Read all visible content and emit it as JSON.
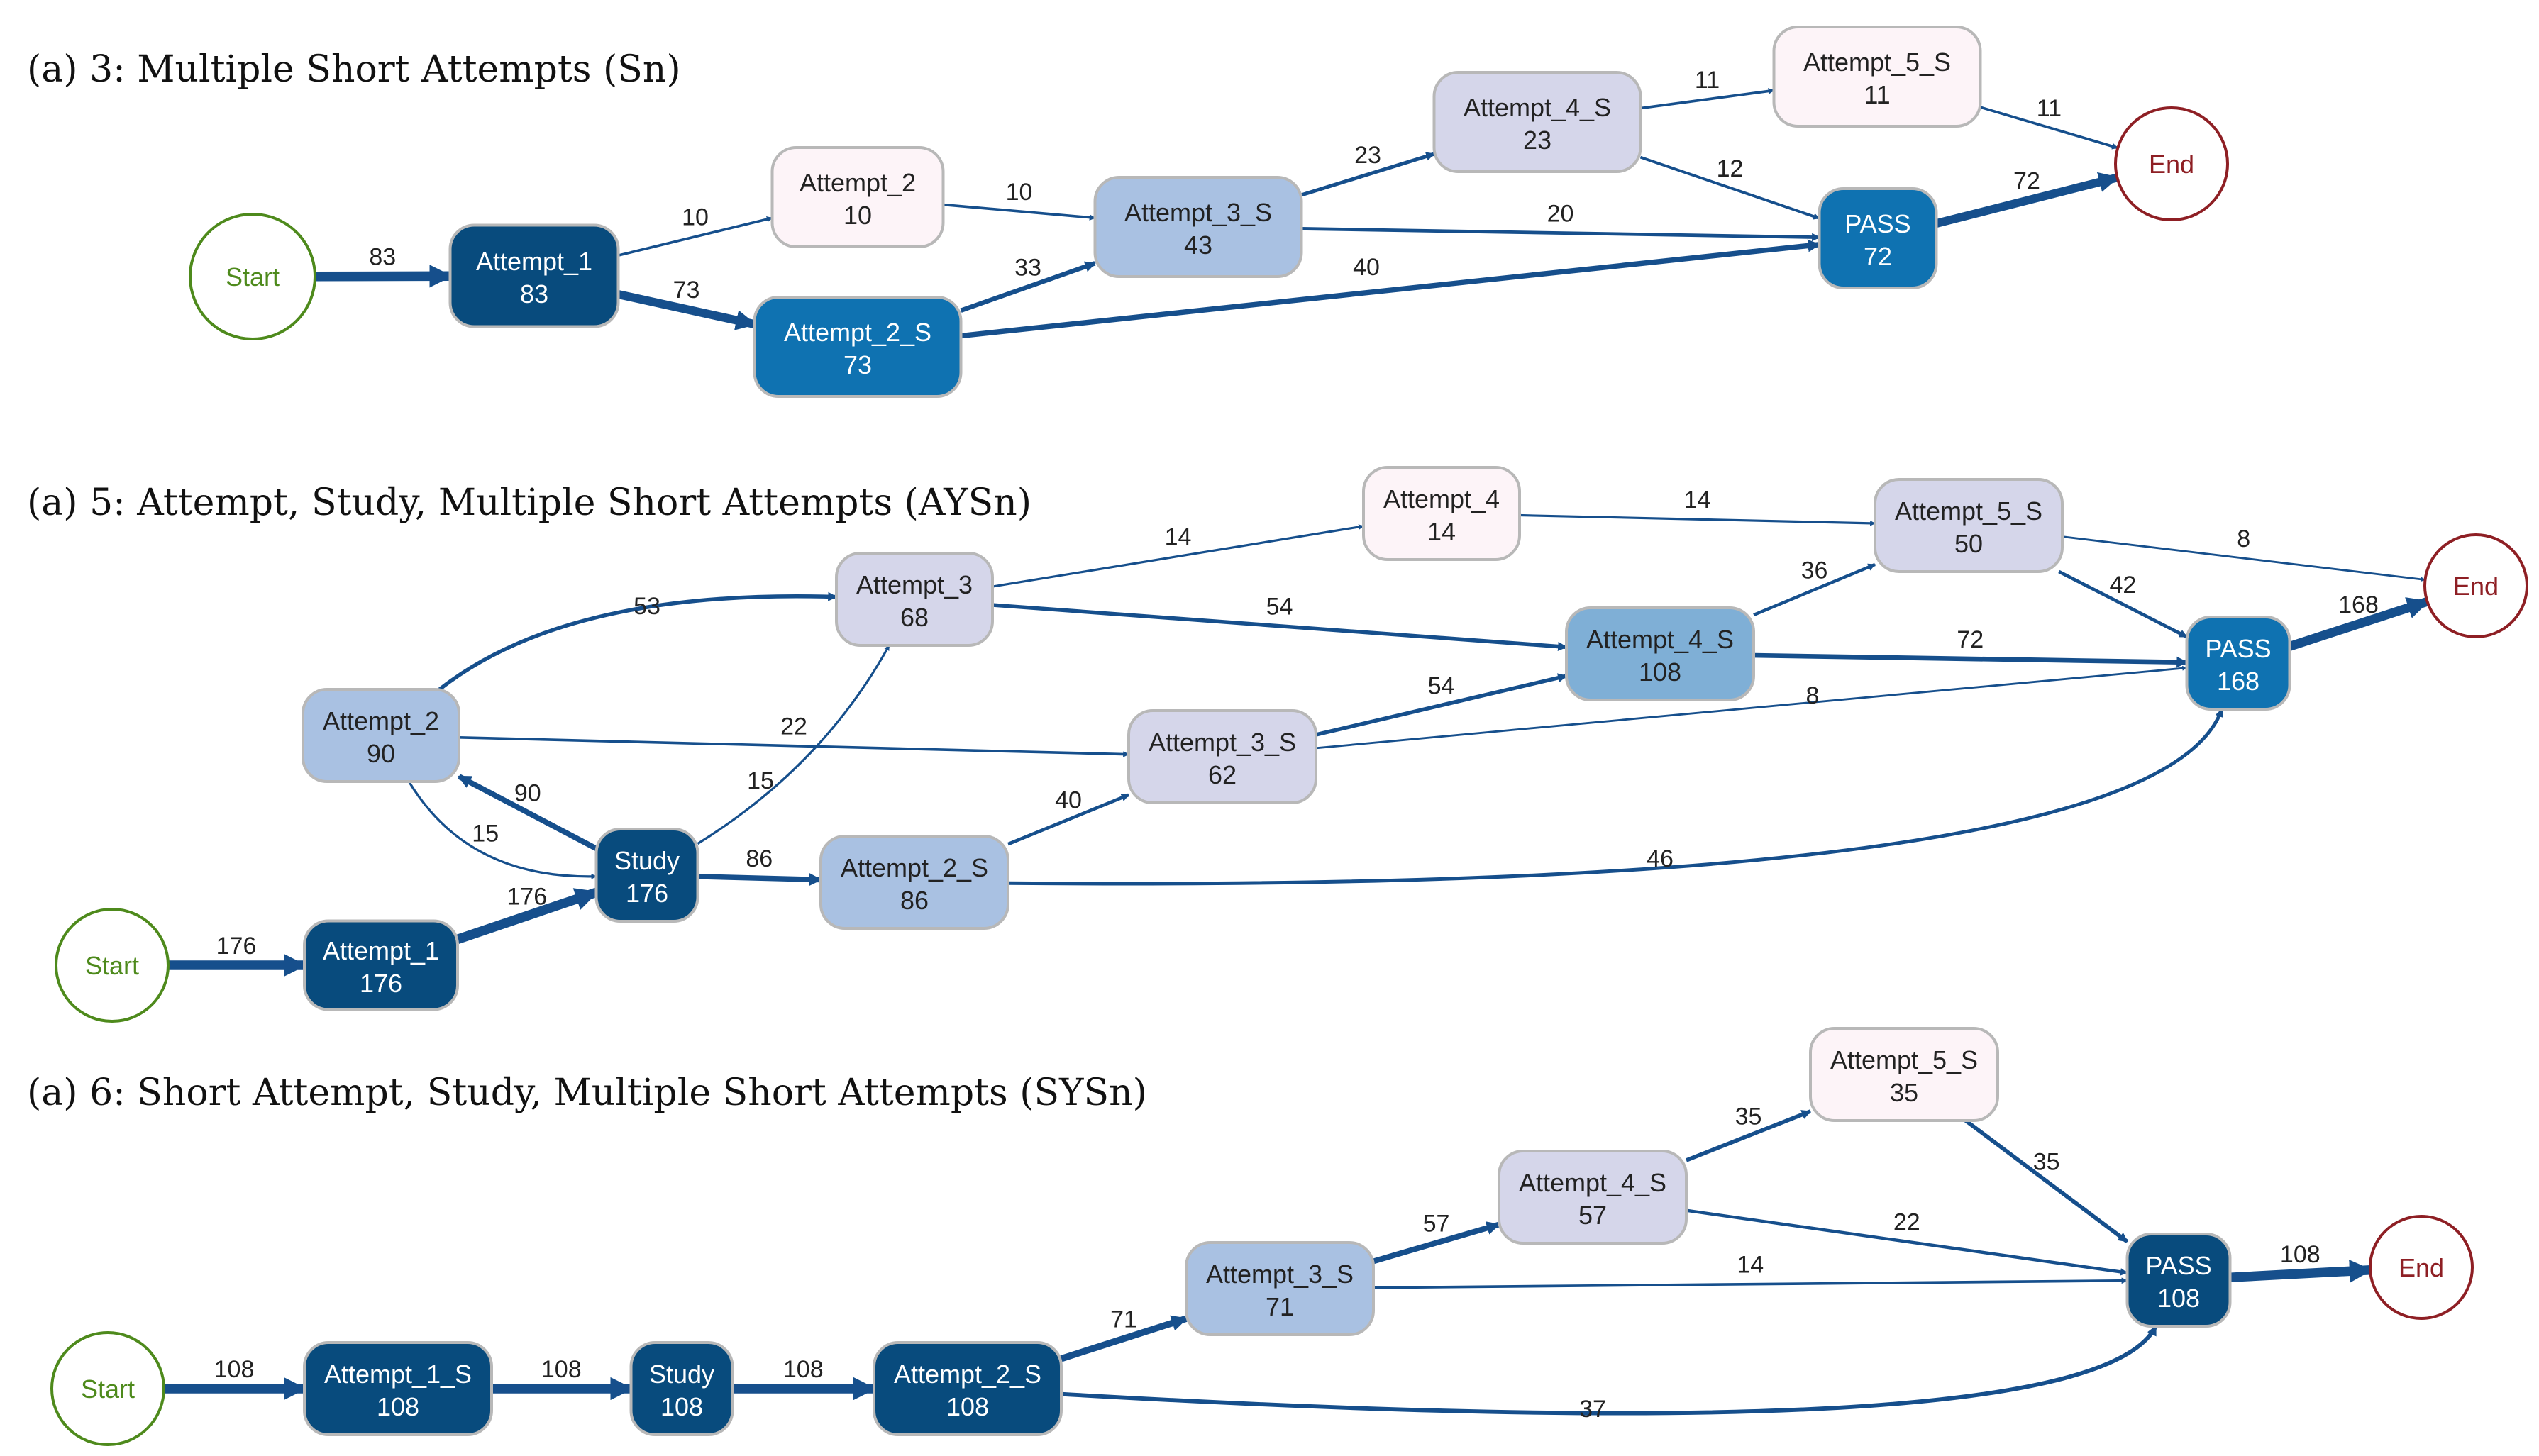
{
  "colors": {
    "edge": "#164f8c",
    "start_border": "#4e8a1c",
    "start_text": "#4e8a1c",
    "end_border": "#8e1f24",
    "end_text": "#8e1f24",
    "node_border": "#b8b8b8",
    "fill_darkest": "#084b7d",
    "fill_dark": "#0f72b1",
    "fill_medium": "#7fafd6",
    "fill_light": "#a9c1e2",
    "fill_lavender": "#d5d6ea",
    "fill_pale": "#fdf4f8"
  },
  "panels": [
    {
      "id": "p3",
      "caption": "(a) 3: Multiple Short Attempts (Sn)",
      "nodes": [
        {
          "id": "start",
          "kind": "start",
          "label": "Start"
        },
        {
          "id": "a1",
          "kind": "activity",
          "label": "Attempt_1",
          "count": "83",
          "fill": "darkest"
        },
        {
          "id": "a2",
          "kind": "activity",
          "label": "Attempt_2",
          "count": "10",
          "fill": "pale"
        },
        {
          "id": "a2s",
          "kind": "activity",
          "label": "Attempt_2_S",
          "count": "73",
          "fill": "dark"
        },
        {
          "id": "a3s",
          "kind": "activity",
          "label": "Attempt_3_S",
          "count": "43",
          "fill": "light"
        },
        {
          "id": "a4s",
          "kind": "activity",
          "label": "Attempt_4_S",
          "count": "23",
          "fill": "lavender"
        },
        {
          "id": "a5s",
          "kind": "activity",
          "label": "Attempt_5_S",
          "count": "11",
          "fill": "pale"
        },
        {
          "id": "pass",
          "kind": "activity",
          "label": "PASS",
          "count": "72",
          "fill": "dark"
        },
        {
          "id": "end",
          "kind": "end",
          "label": "End"
        }
      ],
      "edges": [
        {
          "from": "start",
          "to": "a1",
          "value": 83
        },
        {
          "from": "a1",
          "to": "a2",
          "value": 10
        },
        {
          "from": "a1",
          "to": "a2s",
          "value": 73
        },
        {
          "from": "a2",
          "to": "a3s",
          "value": 10
        },
        {
          "from": "a2s",
          "to": "a3s",
          "value": 33
        },
        {
          "from": "a2s",
          "to": "pass",
          "value": 40
        },
        {
          "from": "a3s",
          "to": "a4s",
          "value": 23
        },
        {
          "from": "a3s",
          "to": "pass",
          "value": 20
        },
        {
          "from": "a4s",
          "to": "a5s",
          "value": 11
        },
        {
          "from": "a4s",
          "to": "pass",
          "value": 12
        },
        {
          "from": "a5s",
          "to": "end",
          "value": 11
        },
        {
          "from": "pass",
          "to": "end",
          "value": 72
        }
      ]
    },
    {
      "id": "p5",
      "caption": "(a) 5: Attempt, Study, Multiple Short Attempts (AYSn)",
      "nodes": [
        {
          "id": "start",
          "kind": "start",
          "label": "Start"
        },
        {
          "id": "a1",
          "kind": "activity",
          "label": "Attempt_1",
          "count": "176",
          "fill": "darkest"
        },
        {
          "id": "study",
          "kind": "activity",
          "label": "Study",
          "count": "176",
          "fill": "darkest"
        },
        {
          "id": "a2",
          "kind": "activity",
          "label": "Attempt_2",
          "count": "90",
          "fill": "light"
        },
        {
          "id": "a3",
          "kind": "activity",
          "label": "Attempt_3",
          "count": "68",
          "fill": "lavender"
        },
        {
          "id": "a4",
          "kind": "activity",
          "label": "Attempt_4",
          "count": "14",
          "fill": "pale"
        },
        {
          "id": "a2s",
          "kind": "activity",
          "label": "Attempt_2_S",
          "count": "86",
          "fill": "light"
        },
        {
          "id": "a3s",
          "kind": "activity",
          "label": "Attempt_3_S",
          "count": "62",
          "fill": "lavender"
        },
        {
          "id": "a4s",
          "kind": "activity",
          "label": "Attempt_4_S",
          "count": "108",
          "fill": "medium"
        },
        {
          "id": "a5s",
          "kind": "activity",
          "label": "Attempt_5_S",
          "count": "50",
          "fill": "lavender"
        },
        {
          "id": "pass",
          "kind": "activity",
          "label": "PASS",
          "count": "168",
          "fill": "dark"
        },
        {
          "id": "end",
          "kind": "end",
          "label": "End"
        }
      ],
      "edges": [
        {
          "from": "start",
          "to": "a1",
          "value": 176
        },
        {
          "from": "a1",
          "to": "study",
          "value": 176
        },
        {
          "from": "study",
          "to": "a2",
          "value": 90
        },
        {
          "from": "a2",
          "to": "study",
          "value": 15
        },
        {
          "from": "study",
          "to": "a3",
          "value": 15
        },
        {
          "from": "study",
          "to": "a2s",
          "value": 86
        },
        {
          "from": "a2",
          "to": "a3",
          "value": 53
        },
        {
          "from": "a2",
          "to": "a3s",
          "value": 22
        },
        {
          "from": "a3",
          "to": "a4",
          "value": 14
        },
        {
          "from": "a3",
          "to": "a4s",
          "value": 54
        },
        {
          "from": "a2s",
          "to": "a3s",
          "value": 40
        },
        {
          "from": "a2s",
          "to": "pass",
          "value": 46
        },
        {
          "from": "a3s",
          "to": "a4s",
          "value": 54
        },
        {
          "from": "a3s",
          "to": "pass",
          "value": 8
        },
        {
          "from": "a4",
          "to": "a5s",
          "value": 14
        },
        {
          "from": "a4s",
          "to": "a5s",
          "value": 36
        },
        {
          "from": "a4s",
          "to": "pass",
          "value": 72
        },
        {
          "from": "a5s",
          "to": "pass",
          "value": 42
        },
        {
          "from": "a5s",
          "to": "end",
          "value": 8
        },
        {
          "from": "pass",
          "to": "end",
          "value": 168
        }
      ]
    },
    {
      "id": "p6",
      "caption": "(a)  6: Short Attempt, Study, Multiple Short Attempts (SYSn)",
      "nodes": [
        {
          "id": "start",
          "kind": "start",
          "label": "Start"
        },
        {
          "id": "a1s",
          "kind": "activity",
          "label": "Attempt_1_S",
          "count": "108",
          "fill": "darkest"
        },
        {
          "id": "study",
          "kind": "activity",
          "label": "Study",
          "count": "108",
          "fill": "darkest"
        },
        {
          "id": "a2s",
          "kind": "activity",
          "label": "Attempt_2_S",
          "count": "108",
          "fill": "darkest"
        },
        {
          "id": "a3s",
          "kind": "activity",
          "label": "Attempt_3_S",
          "count": "71",
          "fill": "light"
        },
        {
          "id": "a4s",
          "kind": "activity",
          "label": "Attempt_4_S",
          "count": "57",
          "fill": "lavender"
        },
        {
          "id": "a5s",
          "kind": "activity",
          "label": "Attempt_5_S",
          "count": "35",
          "fill": "pale"
        },
        {
          "id": "pass",
          "kind": "activity",
          "label": "PASS",
          "count": "108",
          "fill": "darkest"
        },
        {
          "id": "end",
          "kind": "end",
          "label": "End"
        }
      ],
      "edges": [
        {
          "from": "start",
          "to": "a1s",
          "value": 108
        },
        {
          "from": "a1s",
          "to": "study",
          "value": 108
        },
        {
          "from": "study",
          "to": "a2s",
          "value": 108
        },
        {
          "from": "a2s",
          "to": "a3s",
          "value": 71
        },
        {
          "from": "a2s",
          "to": "pass",
          "value": 37
        },
        {
          "from": "a3s",
          "to": "a4s",
          "value": 57
        },
        {
          "from": "a3s",
          "to": "pass",
          "value": 14
        },
        {
          "from": "a4s",
          "to": "a5s",
          "value": 35
        },
        {
          "from": "a4s",
          "to": "pass",
          "value": 22
        },
        {
          "from": "a5s",
          "to": "pass",
          "value": 35
        },
        {
          "from": "pass",
          "to": "end",
          "value": 108
        }
      ]
    }
  ]
}
